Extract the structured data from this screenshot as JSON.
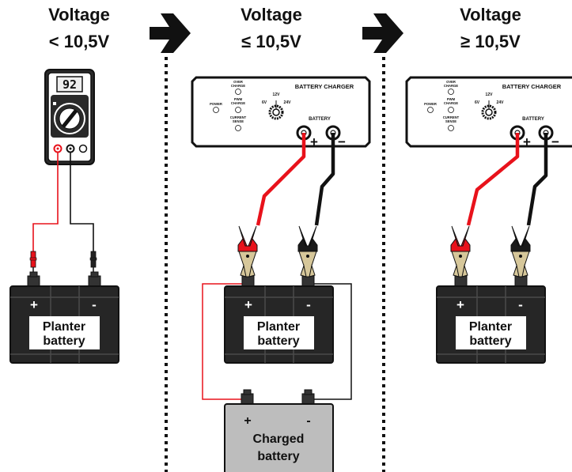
{
  "stages": [
    {
      "title": "Voltage",
      "condition": "< 10,5V"
    },
    {
      "title": "Voltage",
      "condition": "≤ 10,5V"
    },
    {
      "title": "Voltage",
      "condition": "≥ 10,5V"
    }
  ],
  "multimeter": {
    "reading": "92"
  },
  "charger": {
    "title": "BATTERY CHARGER",
    "indicators": {
      "power": "POWER",
      "over_charge_1": "OVER",
      "over_charge_2": "CHARGE",
      "pwm_charge_1": "PWM",
      "pwm_charge_2": "CHARGE",
      "current_sense_1": "CURRENT",
      "current_sense_2": "SENSE"
    },
    "voltage_options": [
      "6V",
      "12V",
      "24V"
    ],
    "battery_label": "BATTERY",
    "plus": "+",
    "minus": "−"
  },
  "planter_battery": {
    "line1": "Planter",
    "line2": "battery",
    "plus": "+",
    "minus": "-"
  },
  "charged_battery": {
    "line1": "Charged",
    "line2": "battery",
    "plus": "+",
    "minus": "-"
  },
  "colors": {
    "red": "#e8121b",
    "black": "#111111",
    "battery_dark": "#262626",
    "battery_gray": "#bdbdbd",
    "clamp_tan": "#d6c79a"
  }
}
